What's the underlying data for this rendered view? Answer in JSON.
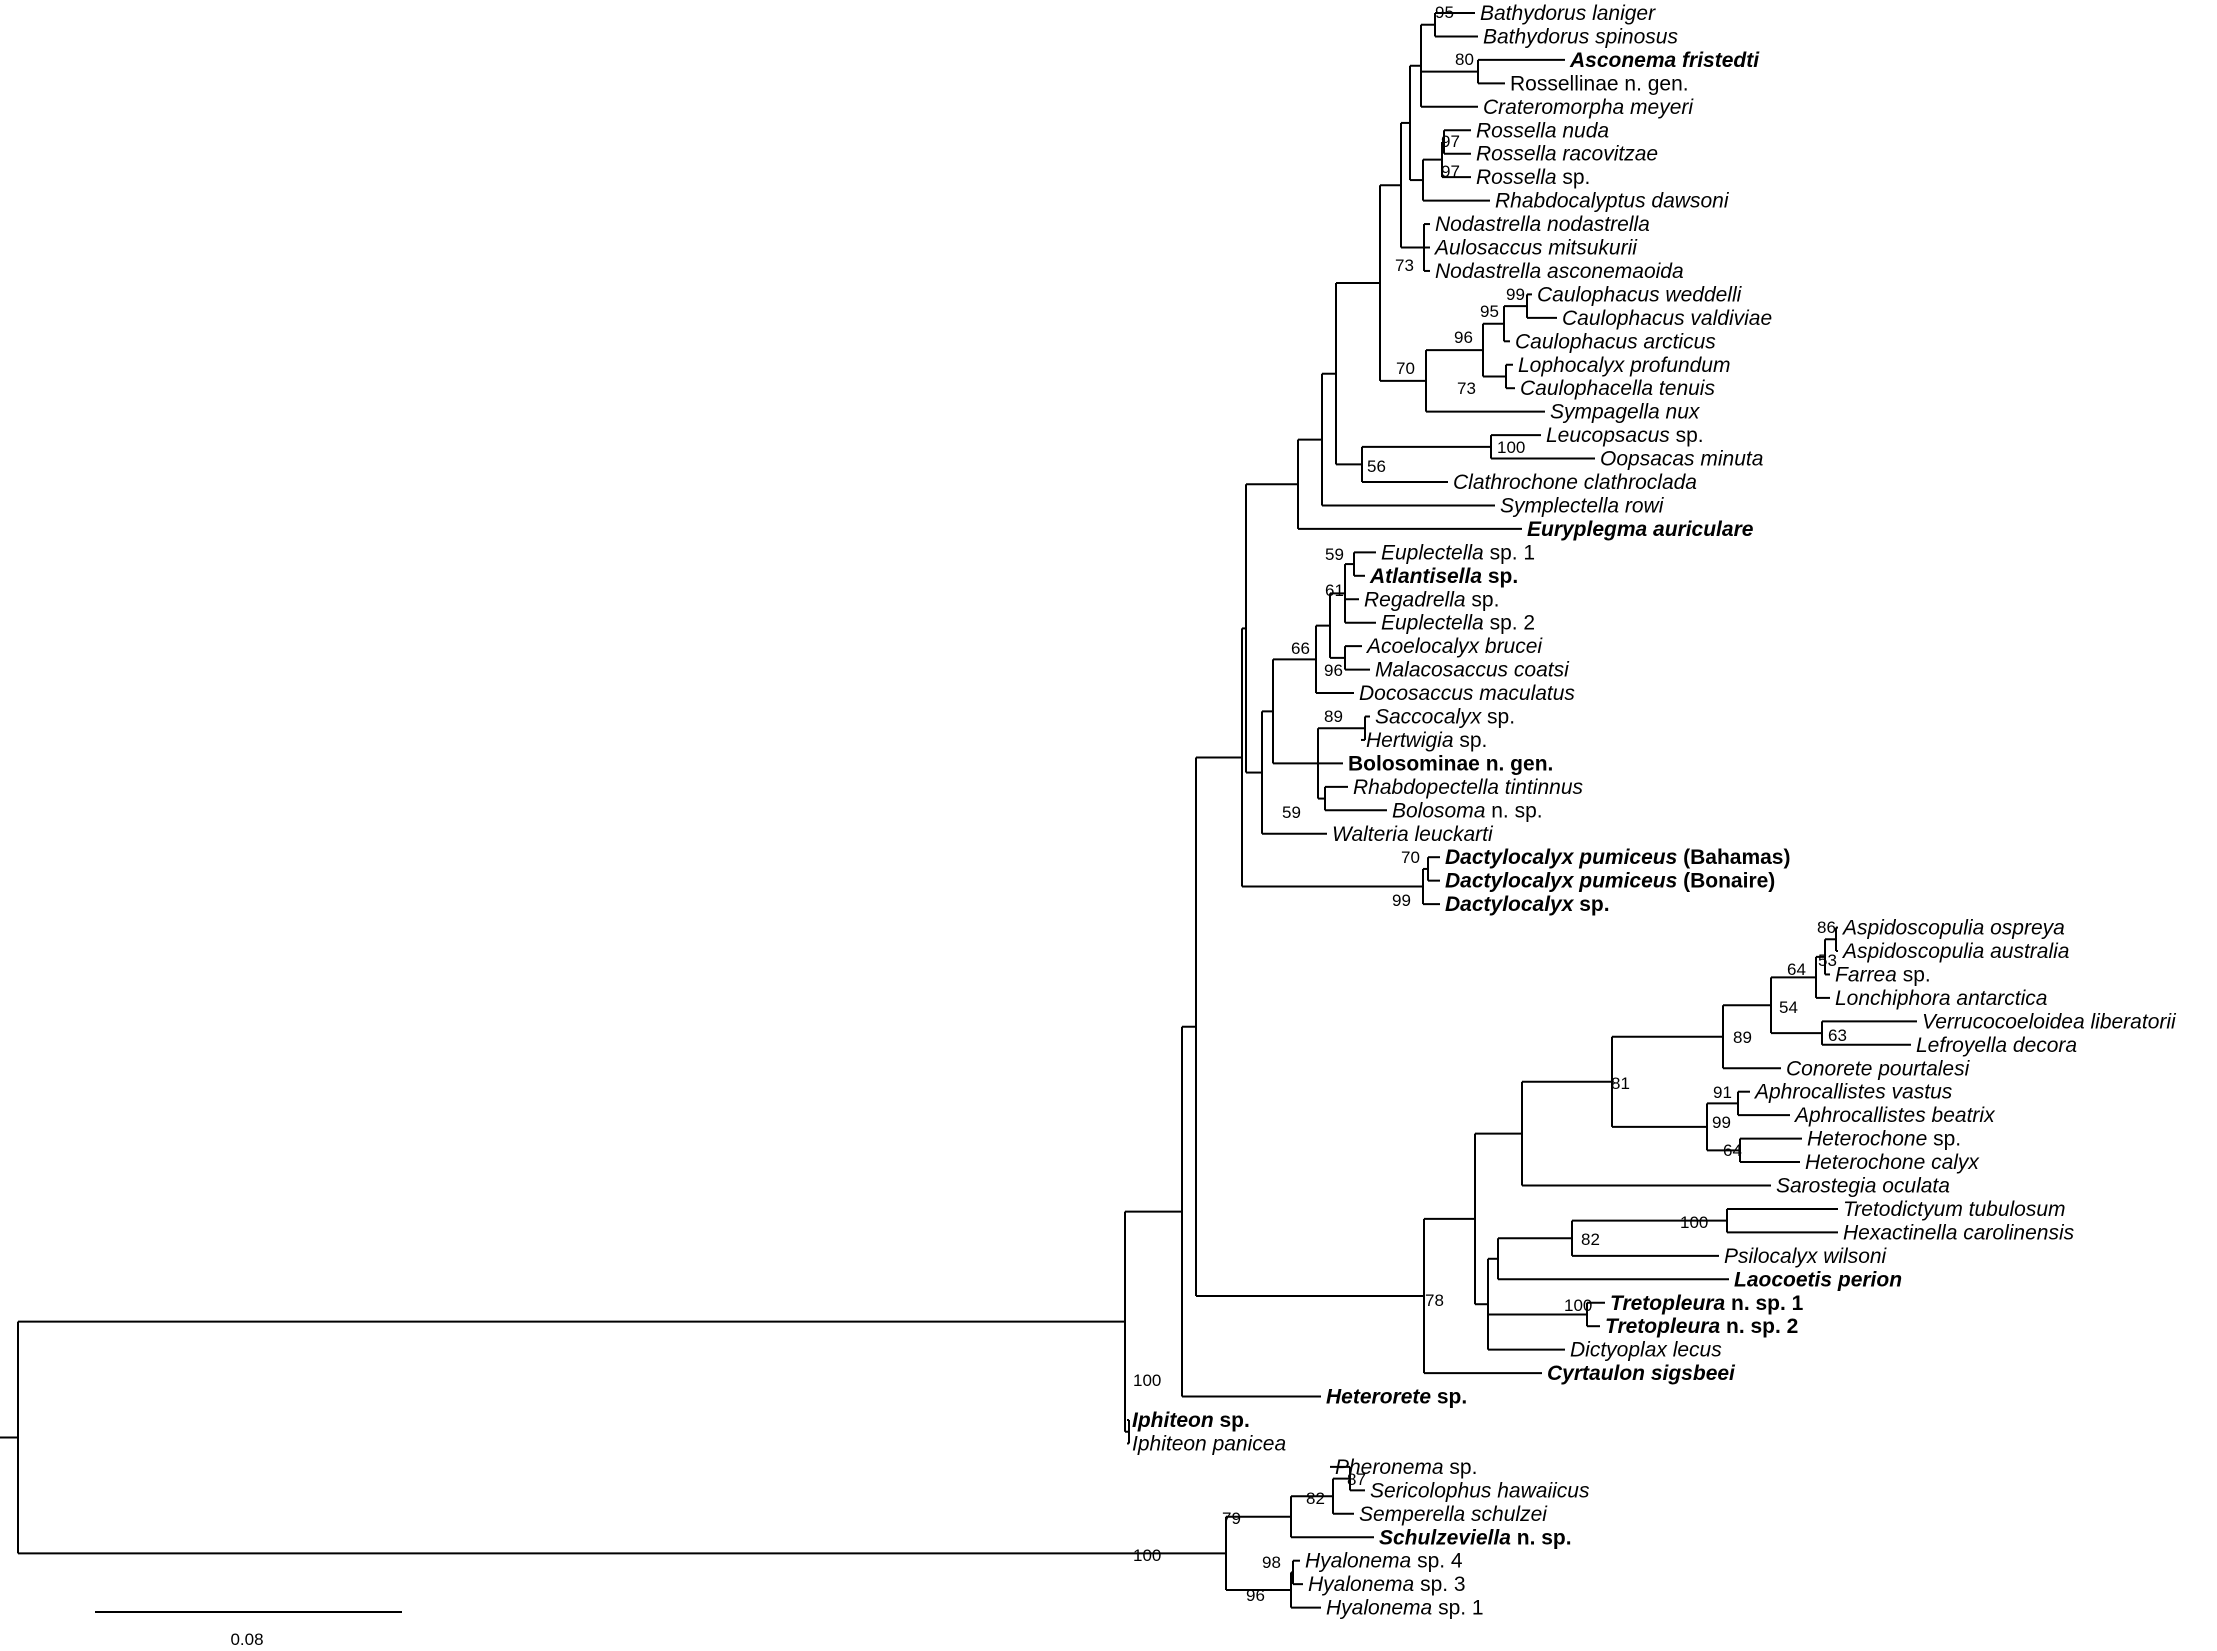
{
  "tips": [
    {
      "id": "bathydorus-laniger",
      "parts": [
        {
          "t": "Bathydorus laniger",
          "i": true
        }
      ]
    },
    {
      "id": "bathydorus-spinosus",
      "parts": [
        {
          "t": "Bathydorus spinosus",
          "i": true
        }
      ]
    },
    {
      "id": "asconema-fristedti",
      "bold": true,
      "parts": [
        {
          "t": "Asconema fristedti",
          "i": true
        }
      ]
    },
    {
      "id": "rossellinae-n-gen",
      "parts": [
        {
          "t": "Rossellinae n. gen.",
          "i": false
        }
      ]
    },
    {
      "id": "crateromorpha-meyeri",
      "parts": [
        {
          "t": "Crateromorpha meyeri",
          "i": true
        }
      ]
    },
    {
      "id": "rossella-nuda",
      "parts": [
        {
          "t": "Rossella nuda",
          "i": true
        }
      ]
    },
    {
      "id": "rossella-racovitzae",
      "parts": [
        {
          "t": "Rossella racovitzae",
          "i": true
        }
      ]
    },
    {
      "id": "rossella-sp",
      "parts": [
        {
          "t": "Rossella",
          "i": true
        },
        {
          "t": " sp.",
          "i": false
        }
      ]
    },
    {
      "id": "rhabdocalyptus-dawsoni",
      "parts": [
        {
          "t": "Rhabdocalyptus dawsoni",
          "i": true
        }
      ]
    },
    {
      "id": "nodastrella-nodastrella",
      "parts": [
        {
          "t": "Nodastrella nodastrella",
          "i": true
        }
      ]
    },
    {
      "id": "aulosaccus-mitsukurii",
      "parts": [
        {
          "t": "Aulosaccus mitsukurii",
          "i": true
        }
      ]
    },
    {
      "id": "nodastrella-asconemaoida",
      "parts": [
        {
          "t": "Nodastrella asconemaoida",
          "i": true
        }
      ]
    },
    {
      "id": "caulophacus-weddelli",
      "parts": [
        {
          "t": "Caulophacus weddelli",
          "i": true
        }
      ]
    },
    {
      "id": "caulophacus-valdiviae",
      "parts": [
        {
          "t": "Caulophacus valdiviae",
          "i": true
        }
      ]
    },
    {
      "id": "caulophacus-arcticus",
      "parts": [
        {
          "t": "Caulophacus arcticus",
          "i": true
        }
      ]
    },
    {
      "id": "lophocalyx-profundum",
      "parts": [
        {
          "t": "Lophocalyx profundum",
          "i": true
        }
      ]
    },
    {
      "id": "caulophacella-tenuis",
      "parts": [
        {
          "t": "Caulophacella tenuis",
          "i": true
        }
      ]
    },
    {
      "id": "sympagella-nux",
      "parts": [
        {
          "t": "Sympagella nux",
          "i": true
        }
      ]
    },
    {
      "id": "leucopsacus-sp",
      "parts": [
        {
          "t": "Leucopsacus",
          "i": true
        },
        {
          "t": " sp.",
          "i": false
        }
      ]
    },
    {
      "id": "oopsacas-minuta",
      "parts": [
        {
          "t": "Oopsacas minuta",
          "i": true
        }
      ]
    },
    {
      "id": "clathrochone-clathroclada",
      "parts": [
        {
          "t": "Clathrochone clathroclada",
          "i": true
        }
      ]
    },
    {
      "id": "symplectella-rowi",
      "parts": [
        {
          "t": "Symplectella rowi",
          "i": true
        }
      ]
    },
    {
      "id": "euryplegma-auriculare",
      "bold": true,
      "parts": [
        {
          "t": "Euryplegma auriculare",
          "i": true
        }
      ]
    },
    {
      "id": "euplectella-sp-1",
      "parts": [
        {
          "t": "Euplectella",
          "i": true
        },
        {
          "t": " sp. 1",
          "i": false
        }
      ]
    },
    {
      "id": "atlantisella-sp",
      "bold": true,
      "parts": [
        {
          "t": "Atlantisella",
          "i": true
        },
        {
          "t": " sp.",
          "i": false
        }
      ]
    },
    {
      "id": "regadrella-sp",
      "parts": [
        {
          "t": "Regadrella",
          "i": true
        },
        {
          "t": " sp.",
          "i": false
        }
      ]
    },
    {
      "id": "euplectella-sp-2",
      "parts": [
        {
          "t": "Euplectella",
          "i": true
        },
        {
          "t": " sp. 2",
          "i": false
        }
      ]
    },
    {
      "id": "acoelocalyx-brucei",
      "parts": [
        {
          "t": "Acoelocalyx brucei",
          "i": true
        }
      ]
    },
    {
      "id": "malacosaccus-coatsi",
      "parts": [
        {
          "t": "Malacosaccus coatsi",
          "i": true
        }
      ]
    },
    {
      "id": "docosaccus-maculatus",
      "parts": [
        {
          "t": "Docosaccus maculatus",
          "i": true
        }
      ]
    },
    {
      "id": "saccocalyx-sp",
      "parts": [
        {
          "t": "Saccocalyx",
          "i": true
        },
        {
          "t": " sp.",
          "i": false
        }
      ]
    },
    {
      "id": "hertwigia-sp",
      "parts": [
        {
          "t": "Hertwigia",
          "i": true
        },
        {
          "t": " sp.",
          "i": false
        }
      ]
    },
    {
      "id": "bolosominae-n-gen",
      "bold": true,
      "parts": [
        {
          "t": "Bolosominae n. gen.",
          "i": false
        }
      ]
    },
    {
      "id": "rhabdopectella-tintinnus",
      "parts": [
        {
          "t": "Rhabdopectella tintinnus",
          "i": true
        }
      ]
    },
    {
      "id": "bolosoma-n-sp",
      "parts": [
        {
          "t": "Bolosoma",
          "i": true
        },
        {
          "t": " n. sp.",
          "i": false
        }
      ]
    },
    {
      "id": "walteria-leuckarti",
      "parts": [
        {
          "t": "Walteria leuckarti",
          "i": true
        }
      ]
    },
    {
      "id": "dactylocalyx-pumiceus-bahamas",
      "bold": true,
      "parts": [
        {
          "t": "Dactylocalyx pumiceus",
          "i": true
        },
        {
          "t": " (Bahamas)",
          "i": false
        }
      ]
    },
    {
      "id": "dactylocalyx-pumiceus-bonaire",
      "bold": true,
      "parts": [
        {
          "t": "Dactylocalyx pumiceus",
          "i": true
        },
        {
          "t": " (Bonaire)",
          "i": false
        }
      ]
    },
    {
      "id": "dactylocalyx-sp",
      "bold": true,
      "parts": [
        {
          "t": "Dactylocalyx",
          "i": true
        },
        {
          "t": " sp.",
          "i": false
        }
      ]
    },
    {
      "id": "aspidoscopulia-ospreya",
      "parts": [
        {
          "t": "Aspidoscopulia ospreya",
          "i": true
        }
      ]
    },
    {
      "id": "aspidoscopulia-australia",
      "parts": [
        {
          "t": "Aspidoscopulia australia",
          "i": true
        }
      ]
    },
    {
      "id": "farrea-sp",
      "parts": [
        {
          "t": "Farrea",
          "i": true
        },
        {
          "t": " sp.",
          "i": false
        }
      ]
    },
    {
      "id": "lonchiphora-antarctica",
      "parts": [
        {
          "t": "Lonchiphora antarctica",
          "i": true
        }
      ]
    },
    {
      "id": "verrucocoeloidea-liberatorii",
      "parts": [
        {
          "t": "Verrucocoeloidea liberatorii",
          "i": true
        }
      ]
    },
    {
      "id": "lefroyella-decora",
      "parts": [
        {
          "t": "Lefroyella decora",
          "i": true
        }
      ]
    },
    {
      "id": "conorete-pourtalesi",
      "parts": [
        {
          "t": "Conorete pourtalesi",
          "i": true
        }
      ]
    },
    {
      "id": "aphrocallistes-vastus",
      "parts": [
        {
          "t": "Aphrocallistes vastus",
          "i": true
        }
      ]
    },
    {
      "id": "aphrocallistes-beatrix",
      "parts": [
        {
          "t": "Aphrocallistes beatrix",
          "i": true
        }
      ]
    },
    {
      "id": "heterochone-sp",
      "parts": [
        {
          "t": "Heterochone",
          "i": true
        },
        {
          "t": " sp.",
          "i": false
        }
      ]
    },
    {
      "id": "heterochone-calyx",
      "parts": [
        {
          "t": "Heterochone calyx",
          "i": true
        }
      ]
    },
    {
      "id": "sarostegia-oculata",
      "parts": [
        {
          "t": "Sarostegia oculata",
          "i": true
        }
      ]
    },
    {
      "id": "tretodictyum-tubulosum",
      "parts": [
        {
          "t": "Tretodictyum tubulosum",
          "i": true
        }
      ]
    },
    {
      "id": "hexactinella-carolinensis",
      "parts": [
        {
          "t": "Hexactinella carolinensis",
          "i": true
        }
      ]
    },
    {
      "id": "psilocalyx-wilsoni",
      "parts": [
        {
          "t": "Psilocalyx wilsoni",
          "i": true
        }
      ]
    },
    {
      "id": "laocoetis-perion",
      "bold": true,
      "parts": [
        {
          "t": "Laocoetis perion",
          "i": true
        }
      ]
    },
    {
      "id": "tretopleura-n-sp-1",
      "bold": true,
      "parts": [
        {
          "t": "Tretopleura",
          "i": true
        },
        {
          "t": " n. sp. 1",
          "i": false
        }
      ]
    },
    {
      "id": "tretopleura-n-sp-2",
      "bold": true,
      "parts": [
        {
          "t": "Tretopleura",
          "i": true
        },
        {
          "t": " n. sp. 2",
          "i": false
        }
      ]
    },
    {
      "id": "dictyoplax-lecus",
      "parts": [
        {
          "t": "Dictyoplax lecus",
          "i": true
        }
      ]
    },
    {
      "id": "cyrtaulon-sigsbeei",
      "bold": true,
      "parts": [
        {
          "t": "Cyrtaulon sigsbeei",
          "i": true
        }
      ]
    },
    {
      "id": "heterorete-sp",
      "bold": true,
      "parts": [
        {
          "t": "Heterorete",
          "i": true
        },
        {
          "t": " sp.",
          "i": false
        }
      ]
    },
    {
      "id": "iphiteon-sp",
      "bold": true,
      "parts": [
        {
          "t": "Iphiteon",
          "i": true
        },
        {
          "t": " sp.",
          "i": false
        }
      ]
    },
    {
      "id": "iphiteon-panicea",
      "parts": [
        {
          "t": "Iphiteon panicea",
          "i": true
        }
      ]
    },
    {
      "id": "pheronema-sp",
      "parts": [
        {
          "t": "Pheronema",
          "i": true
        },
        {
          "t": " sp.",
          "i": false
        }
      ]
    },
    {
      "id": "sericolophus-hawaiicus",
      "parts": [
        {
          "t": "Sericolophus hawaiicus",
          "i": true
        }
      ]
    },
    {
      "id": "semperella-schulzei",
      "parts": [
        {
          "t": "Semperella schulzei",
          "i": true
        }
      ]
    },
    {
      "id": "schulzeviella-n-sp",
      "bold": true,
      "parts": [
        {
          "t": "Schulzeviella",
          "i": true
        },
        {
          "t": " n. sp.",
          "i": false
        }
      ]
    },
    {
      "id": "hyalonema-sp-4",
      "parts": [
        {
          "t": "Hyalonema",
          "i": true
        },
        {
          "t": " sp. 4",
          "i": false
        }
      ]
    },
    {
      "id": "hyalonema-sp-3",
      "parts": [
        {
          "t": "Hyalonema",
          "i": true
        },
        {
          "t": " sp. 3",
          "i": false
        }
      ]
    },
    {
      "id": "hyalonema-sp-1",
      "parts": [
        {
          "t": "Hyalonema",
          "i": true
        },
        {
          "t": " sp. 1",
          "i": false
        }
      ]
    }
  ],
  "support_values": [
    "95",
    "80",
    "97",
    "97",
    "73",
    "99",
    "95",
    "96",
    "73",
    "70",
    "100",
    "56",
    "59",
    "61",
    "66",
    "96",
    "89",
    "59",
    "70",
    "99",
    "86",
    "53",
    "64",
    "54",
    "63",
    "89",
    "91",
    "99",
    "64",
    "81",
    "100",
    "82",
    "100",
    "78",
    "100",
    "87",
    "82",
    "79",
    "98",
    "96",
    "100"
  ],
  "scale_bar": {
    "label": "0.08",
    "value": 0.08
  }
}
